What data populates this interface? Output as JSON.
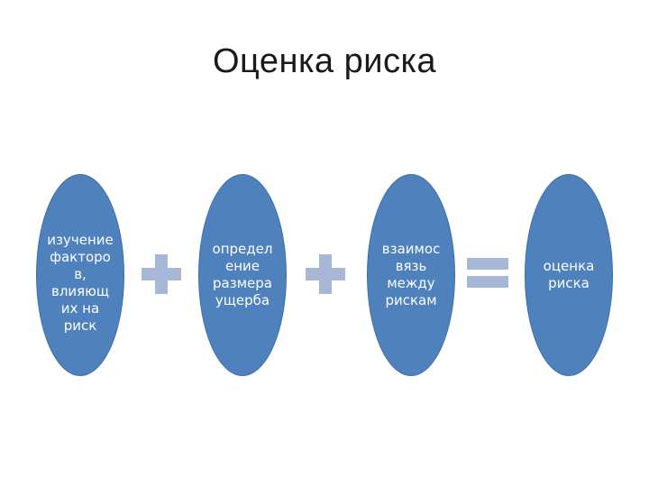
{
  "title": "Оценка риска",
  "colors": {
    "ellipse_fill": "#4f81bd",
    "ellipse_text": "#ffffff",
    "operator_fill": "#a6b8d6"
  },
  "steps": [
    {
      "label": "изучение\nфакторо\nв,\nвлияющ\nих на\nриск"
    },
    {
      "label": "определ\nение\nразмера\nущерба"
    },
    {
      "label": "взаимос\nвязь\nмежду\nрискам"
    },
    {
      "label": "оценка\nриска"
    }
  ],
  "operators": [
    "plus-icon",
    "plus-icon",
    "equals-icon"
  ]
}
